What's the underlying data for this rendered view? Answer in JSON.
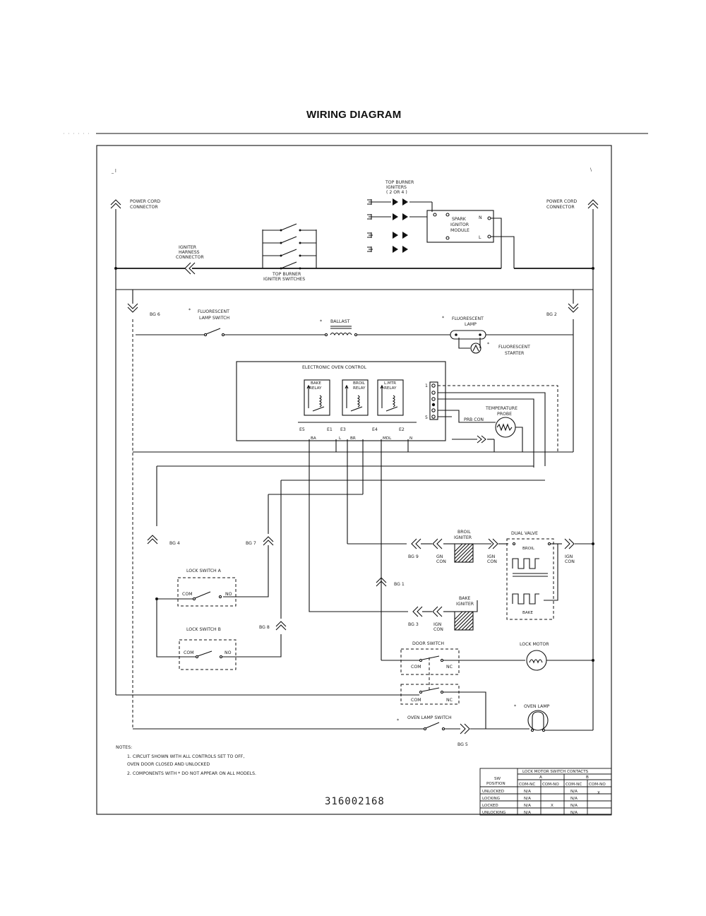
{
  "title": "WIRING DIAGRAM",
  "corner_marks": {
    "left": "_ l",
    "right": "\\"
  },
  "labels": {
    "power_cord_left": [
      "POWER CORD",
      "CONNECTOR"
    ],
    "power_cord_right": [
      "POWER CORD",
      "CONNECTOR"
    ],
    "top_burner_igniters": [
      "TOP BURNER",
      "IGNITERS",
      "( 2 OR 4 )"
    ],
    "spark_module": [
      "SPARK",
      "IGNITOR",
      "MODULE"
    ],
    "spark_module_terminals": {
      "n": "N",
      "l": "L"
    },
    "igniter_harness": [
      "IGNITER",
      "HARNESS",
      "CONNECTOR"
    ],
    "top_burner_switches": [
      "TOP BURNER",
      "IGNITER SWITCHES"
    ],
    "bg6": "BG 6",
    "bg2": "BG 2",
    "fluor_lamp_switch": [
      "FLUORESCENT",
      "LAMP SWITCH"
    ],
    "ballast": "BALLAST",
    "fluor_lamp": [
      "FLUORESCENT",
      "LAMP"
    ],
    "fluor_starter": [
      "FLUORESCENT",
      "STARTER"
    ],
    "eoc_title": "ELECTRONIC OVEN CONTROL",
    "bake_relay": [
      "BAKE",
      "RELAY"
    ],
    "broil_relay": [
      "BROIL",
      "RELAY"
    ],
    "lmtr_relay": [
      "L.MTR",
      "RELAY"
    ],
    "pin_1": "1",
    "pin_5": "5",
    "terminals": [
      "E5",
      "E1",
      "E3",
      "E4",
      "E2"
    ],
    "terminal_sub": [
      "BA",
      "L",
      "BR",
      "MDL",
      "N"
    ],
    "prb_con": "PRB CON",
    "temp_probe": [
      "TEMPERATURE",
      "PROBE"
    ],
    "bg4": "BG 4",
    "bg7": "BG 7",
    "bg9": "BG 9",
    "gn_con": [
      "GN",
      "CON"
    ],
    "broil_igniter": [
      "BROIL",
      "IGNITER"
    ],
    "ign_con": [
      "IGN",
      "CON"
    ],
    "dual_valve": "DUAL VALVE",
    "broil_short": "BROIL",
    "bake_short": "BAKE",
    "bg1": "BG 1",
    "lock_switch_a": "LOCK SWITCH A",
    "lock_switch_b": "LOCK SWITCH B",
    "com": "COM",
    "no": "NO",
    "bg8": "BG 8",
    "bake_igniter": [
      "BAKE",
      "IGNITER"
    ],
    "bg3": "BG 3",
    "door_switch": "DOOR SWITCH",
    "nc": "NC",
    "lock_motor": "LOCK MOTOR",
    "oven_lamp": "OVEN LAMP",
    "oven_lamp_switch": "OVEN LAMP SWITCH",
    "bg5": "BG 5",
    "asterisk": "*"
  },
  "notes": {
    "heading": "NOTES:",
    "items": [
      "1.  CIRCUIT SHOWN WITH ALL CONTROLS SET TO OFF,",
      "     OVEN DOOR CLOSED AND UNLOCKED",
      "2.  COMPONENTS WITH * DO NOT APPEAR ON ALL MODELS."
    ]
  },
  "doc_number": "316002168",
  "lock_table": {
    "title": "LOCK MOTOR SWITCH CONTACTS",
    "col_a": "A",
    "col_b": "B",
    "sw_header": [
      "SW",
      "POSITION"
    ],
    "sub_headers": [
      "COM-NC",
      "COM-NO",
      "COM-NC",
      "COM-NO"
    ],
    "rows": [
      {
        "position": "UNLOCKED",
        "cells": [
          "N/A",
          "",
          "N/A",
          "X"
        ]
      },
      {
        "position": "LOCKING",
        "cells": [
          "N/A",
          "",
          "N/A",
          ""
        ]
      },
      {
        "position": "LOCKED",
        "cells": [
          "N/A",
          "X",
          "N/A",
          ""
        ]
      },
      {
        "position": "UNLOCKING",
        "cells": [
          "N/A",
          "",
          "N/A",
          ""
        ]
      }
    ]
  }
}
